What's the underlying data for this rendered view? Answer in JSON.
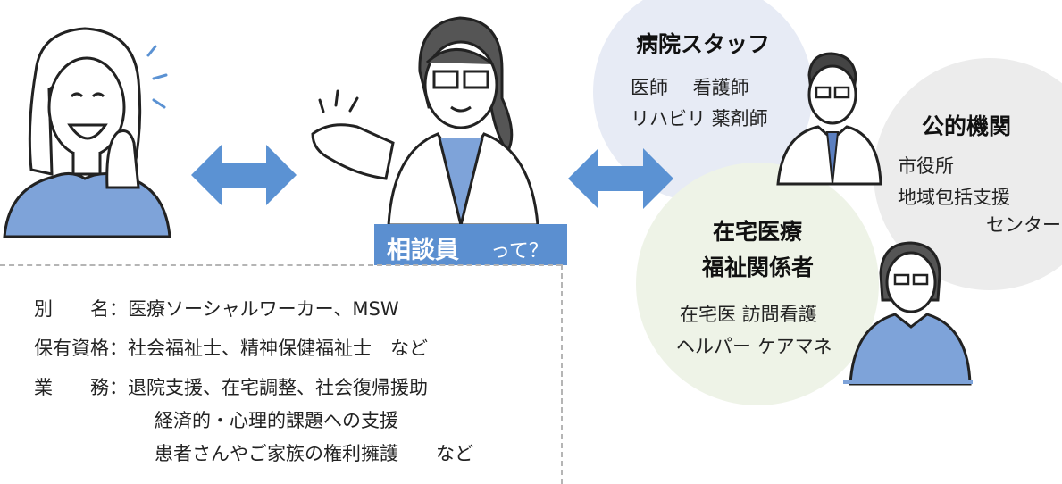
{
  "label": {
    "main": "相談員",
    "sub": "って？"
  },
  "info": {
    "rows": [
      {
        "key": "別　　名：",
        "value": "医療ソーシャルワーカー、MSW"
      },
      {
        "key": "保有資格：",
        "value": "社会福祉士、精神保健福祉士　など"
      },
      {
        "key": "業　　務：",
        "value": "退院支援、在宅調整、社会復帰援助"
      }
    ],
    "extra_lines": [
      "経済的・心理的課題への支援",
      "患者さんやご家族の権利擁護　　など"
    ]
  },
  "hospital": {
    "title": "病院スタッフ",
    "line1": "医師　 看護師",
    "line2": "リハビリ  薬剤師"
  },
  "public": {
    "title": "公的機関",
    "line1": "市役所",
    "line2": "地域包括支援",
    "line3": "センター"
  },
  "home": {
    "title1": "在宅医療",
    "title2": "福祉関係者",
    "line1": "在宅医  訪問看護",
    "line2": "ヘルパー  ケアマネ"
  },
  "colors": {
    "arrow": "#5b92d3",
    "label_bg": "#5b8fd0",
    "hospital_circle": "#e7ebf5",
    "home_circle": "#eef3e7",
    "public_circle": "#ececec",
    "sweater": "#7ea3d9"
  },
  "icons": [
    "patient-woman-illustration",
    "consultant-illustration",
    "doctor-illustration",
    "woman-official-illustration",
    "double-arrow-icon",
    "sparkle-lines-icon"
  ]
}
